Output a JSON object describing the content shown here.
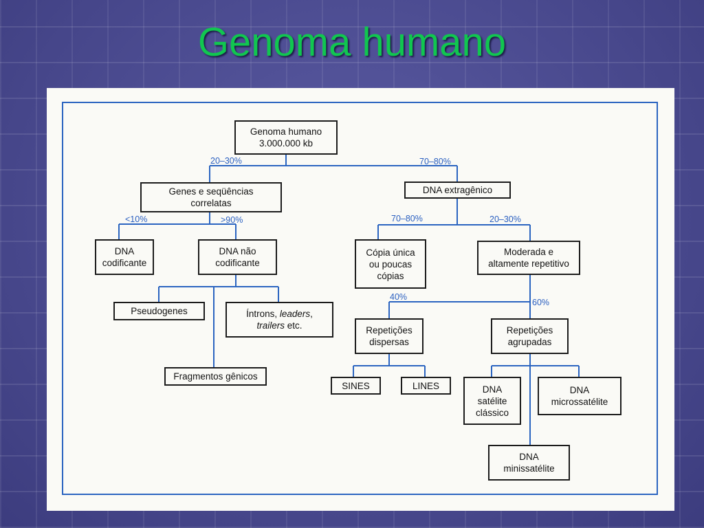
{
  "slide": {
    "title": "Genoma humano"
  },
  "nodes": {
    "root": "Genoma humano\n3.000.000 kb",
    "genes": "Genes e seqüências\ncorrelatas",
    "extragenic": "DNA extragênico",
    "coding": "DNA\ncodificante",
    "noncoding": "DNA não\ncodificante",
    "single_copy": "Cópia única\nou poucas\ncópias",
    "repetitive": "Moderada e\naltamente repetitivo",
    "pseudogenes": "Pseudogenes",
    "introns_prefix": "Íntrons, ",
    "introns_leaders": "leaders",
    "introns_comma": ",",
    "introns_trailers": "trailers",
    "introns_suffix": " etc.",
    "fragments": "Fragmentos gênicos",
    "dispersed": "Repetições\ndispersas",
    "clustered": "Repetições\nagrupadas",
    "sines": "SINES",
    "lines": "LINES",
    "satellite": "DNA\nsatélite\nclássico",
    "microsatellite": "DNA\nmicrossatélite",
    "minisatellite": "DNA\nminissatélite"
  },
  "percentages": {
    "root_to_genes": "20–30%",
    "root_to_extragenic": "70–80%",
    "genes_to_coding": "<10%",
    "genes_to_noncoding": ">90%",
    "extragenic_to_single": "70–80%",
    "extragenic_to_repetitive": "20–30%",
    "repetitive_to_dispersed": "40%",
    "repetitive_to_clustered": "60%"
  },
  "colors": {
    "title": "#11c650",
    "background": "#4f4f93",
    "frame": "#2a64c0",
    "connector": "#2a64c0",
    "percent_label": "#2a5fc0",
    "box_border": "#1b1b1b"
  }
}
